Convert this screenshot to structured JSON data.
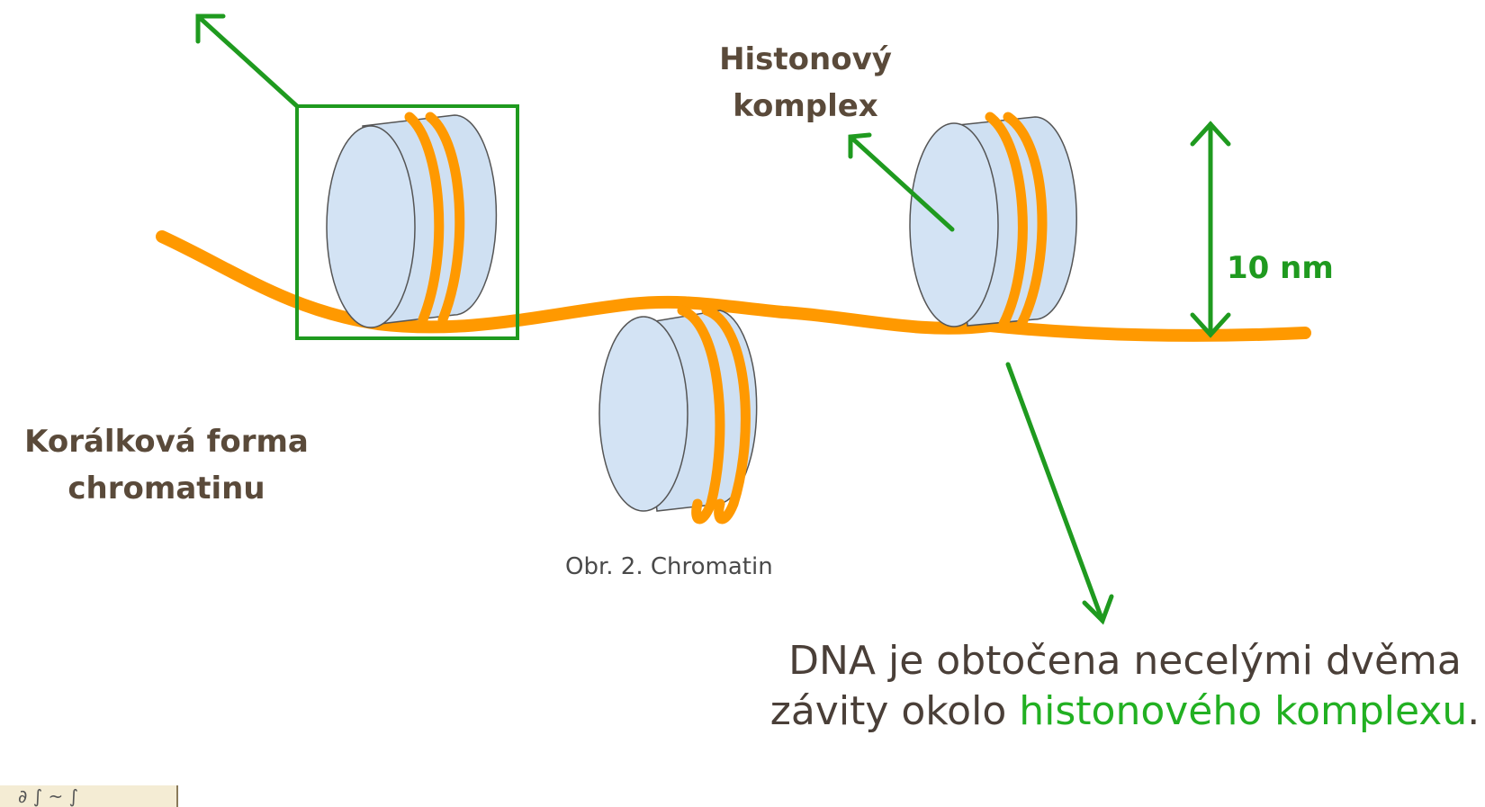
{
  "labels": {
    "histone_complex": "Histonový komplex",
    "beads_form": "Korálková forma chromatinu",
    "size": "10 nm",
    "caption": "Obr. 2. Chromatin"
  },
  "description": {
    "part1": "DNA je obtočena necelými dvěma závity okolo ",
    "highlight": "histonového komplexu",
    "part2": "."
  },
  "colors": {
    "dna": "#ff9900",
    "arrow_green": "#1f9a1f",
    "histone_fill": "#cfe0f2",
    "histone_stroke": "#555555",
    "text": "#5a4a3a"
  }
}
